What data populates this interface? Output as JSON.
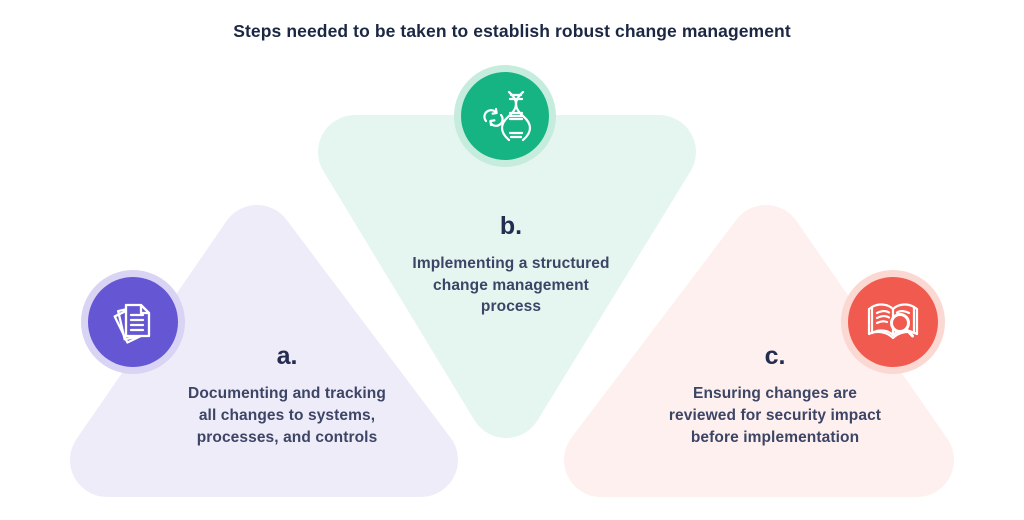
{
  "title": "Steps needed to be taken to establish robust change management",
  "text_colors": {
    "title": "#1b2743",
    "label": "#242d4f",
    "body": "#3d4566"
  },
  "steps": [
    {
      "label": "a.",
      "description": "Documenting and tracking\nall changes to systems,\nprocesses, and controls",
      "icon": "documents-icon",
      "circle_color": "#6557d4",
      "halo_color": "#d9d3f4",
      "shape_color": "#efecf9"
    },
    {
      "label": "b.",
      "description": "Implementing a structured\nchange management\nprocess",
      "icon": "dna-change-icon",
      "circle_color": "#16b483",
      "halo_color": "#c6ecde",
      "shape_color": "#e5f6f1"
    },
    {
      "label": "c.",
      "description": "Ensuring changes are\nreviewed for security impact\nbefore implementation",
      "icon": "book-review-icon",
      "circle_color": "#f15b4f",
      "halo_color": "#fbd8d2",
      "shape_color": "#fdf0ee"
    }
  ]
}
